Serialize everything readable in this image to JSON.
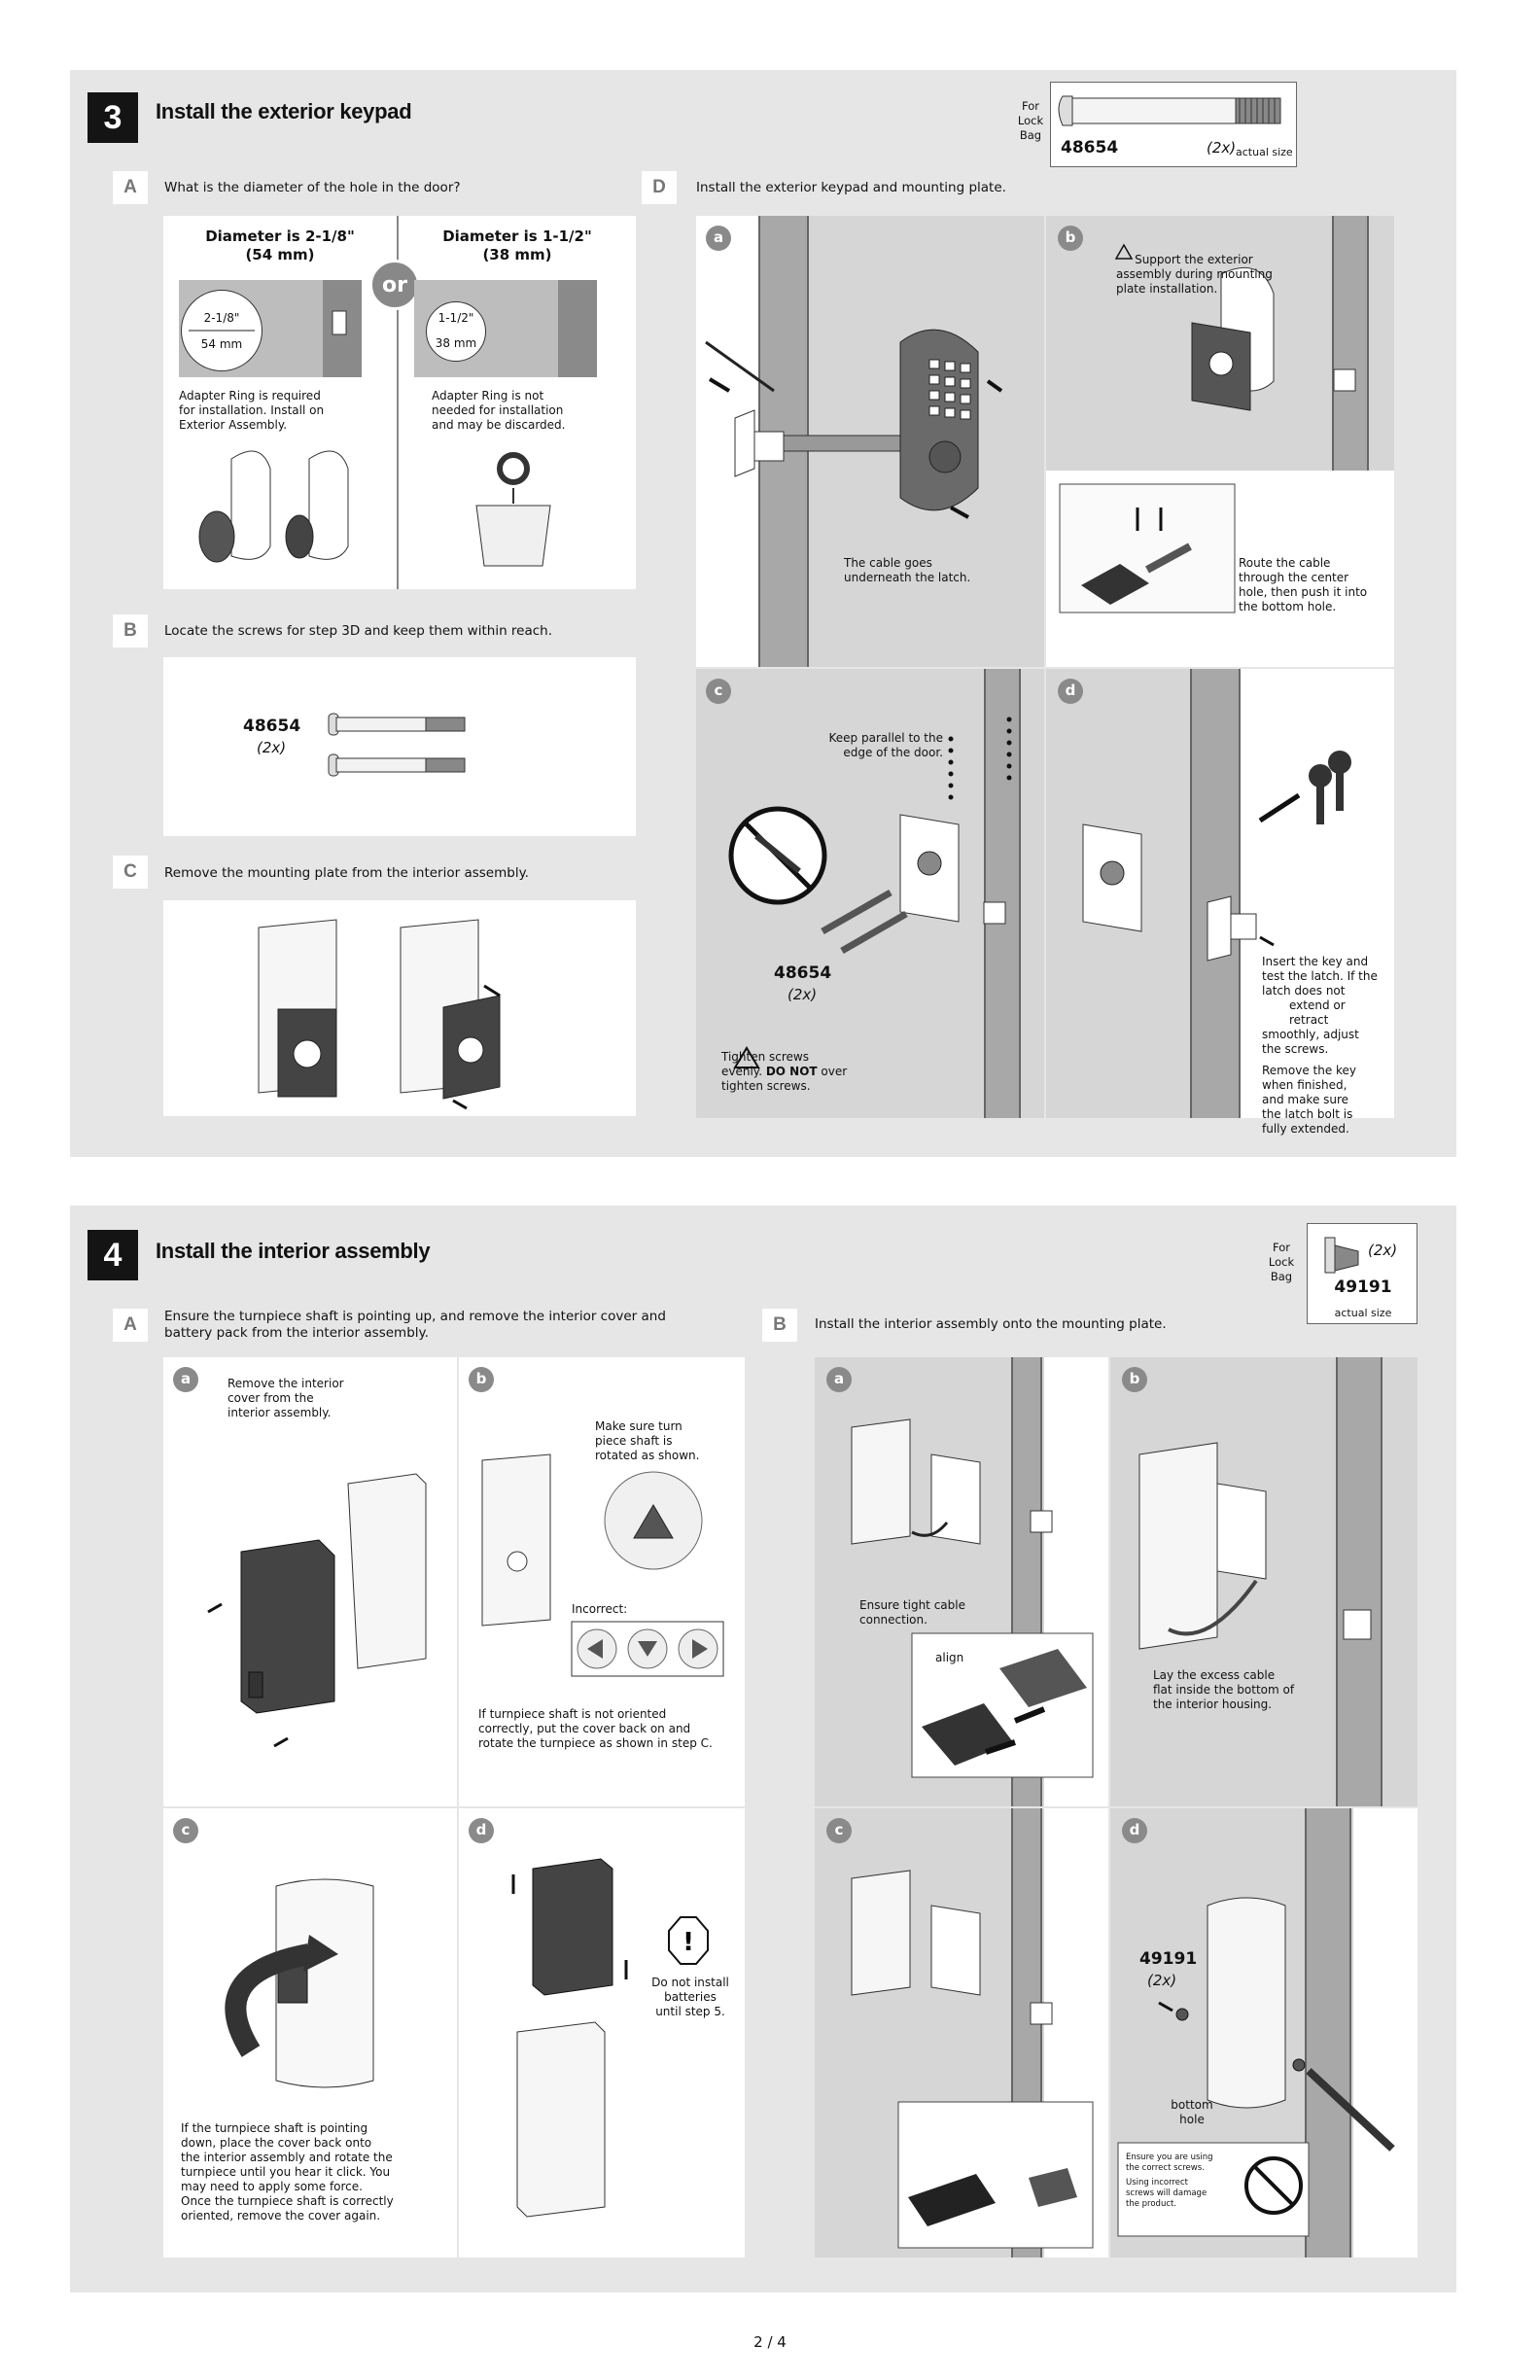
{
  "s3": {
    "num": "3",
    "title": "Install the exterior keypad",
    "screwbox": {
      "for": "For",
      "lock": "Lock",
      "bag": "Bag",
      "part": "48654",
      "qty": "(2x)",
      "size": "actual size"
    },
    "A": {
      "letter": "A",
      "text": "What is the diameter of the hole in the door?",
      "left": {
        "h1": "Diameter is 2-1/8\"",
        "h2": "(54 mm)",
        "d1": "2-1/8\"",
        "d2": "54 mm",
        "note": [
          "Adapter Ring is required",
          "for installation. Install on",
          "Exterior Assembly."
        ]
      },
      "or": "or",
      "right": {
        "h1": "Diameter is 1-1/2\"",
        "h2": "(38 mm)",
        "d1": "1-1/2\"",
        "d2": "38 mm",
        "note": [
          "Adapter Ring is not",
          "needed for installation",
          "and may be discarded."
        ]
      }
    },
    "B": {
      "letter": "B",
      "text": "Locate the screws for step 3D and keep them within reach.",
      "part": "48654",
      "qty": "(2x)"
    },
    "C": {
      "letter": "C",
      "text": "Remove the mounting plate from the interior assembly."
    },
    "D": {
      "letter": "D",
      "text": "Install the exterior keypad and mounting plate.",
      "a": {
        "label": "a",
        "note": [
          "The cable goes",
          "underneath the latch."
        ]
      },
      "b": {
        "label": "b",
        "warn": [
          "Support the exterior",
          "assembly during mounting",
          "plate installation."
        ],
        "route": [
          "Route the cable",
          "through the center",
          "hole, then push it into",
          "the bottom hole."
        ]
      },
      "c": {
        "label": "c",
        "keep": [
          "Keep parallel to the",
          "edge of the door."
        ],
        "part": "48654",
        "qty": "(2x)",
        "tight1": "Tighten screws",
        "tight2a": "evenly. ",
        "tight2b": "DO NOT",
        "tight2c": " over",
        "tight3": "tighten screws."
      },
      "d": {
        "label": "d",
        "insert": [
          "Insert the key and",
          "test the latch. If the",
          "latch does not",
          "extend or",
          "retract",
          "smoothly, adjust",
          "the screws."
        ],
        "remove": [
          "Remove the key",
          "when finished,",
          "and make sure",
          "the latch bolt is",
          "fully extended."
        ]
      }
    }
  },
  "s4": {
    "num": "4",
    "title": "Install the interior assembly",
    "screwbox": {
      "for": "For",
      "lock": "Lock",
      "bag": "Bag",
      "part": "49191",
      "qty": "(2x)",
      "size": "actual size"
    },
    "A": {
      "letter": "A",
      "text": [
        "Ensure the turnpiece shaft is pointing up, and remove the interior cover and",
        "battery pack from the interior assembly."
      ],
      "a": {
        "label": "a",
        "note": [
          "Remove the interior",
          "cover from the",
          "interior assembly."
        ]
      },
      "b": {
        "label": "b",
        "make": [
          "Make sure turn",
          "piece shaft is",
          "rotated as shown."
        ],
        "incorrect": "Incorrect:",
        "if": [
          "If turnpiece shaft is not oriented",
          "correctly, put the cover back on and",
          "rotate the turnpiece as shown in step C."
        ]
      },
      "c": {
        "label": "c",
        "note": [
          "If the turnpiece shaft is pointing",
          "down, place the cover back onto",
          "the interior assembly and rotate the",
          "turnpiece until you hear it click. You",
          "may need to apply some force.",
          "Once the turnpiece shaft is correctly",
          "oriented, remove the cover again."
        ]
      },
      "d": {
        "label": "d",
        "note": [
          "Do not install",
          "batteries",
          "until step 5."
        ]
      }
    },
    "B": {
      "letter": "B",
      "text": "Install the interior assembly onto the mounting plate.",
      "a": {
        "label": "a",
        "ensure": [
          "Ensure tight cable",
          "connection."
        ],
        "align": "align"
      },
      "b": {
        "label": "b",
        "lay": [
          "Lay the excess cable",
          "flat inside the bottom of",
          "the interior housing."
        ]
      },
      "c": {
        "label": "c"
      },
      "d": {
        "label": "d",
        "part": "49191",
        "qty": "(2x)",
        "bottom": [
          "bottom",
          "hole"
        ],
        "warn": [
          "Ensure you are using",
          "the correct screws.",
          "Using incorrect",
          "screws will damage",
          "the product."
        ]
      }
    }
  },
  "page": "2 / 4"
}
